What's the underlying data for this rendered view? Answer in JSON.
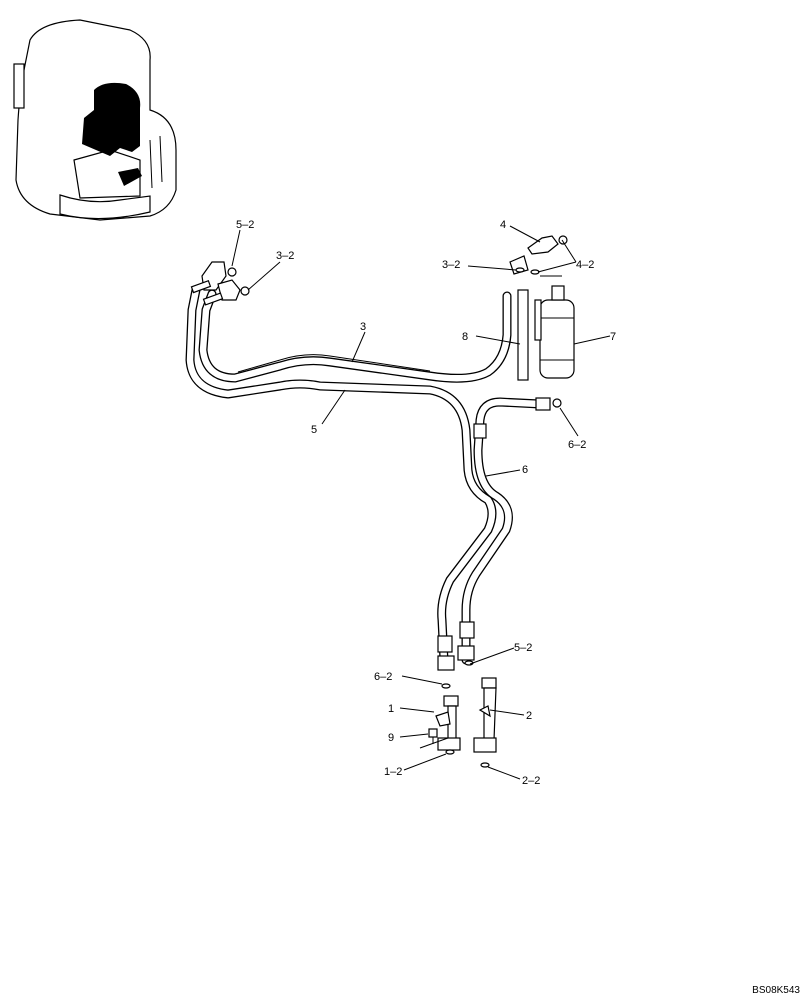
{
  "callouts": {
    "c5_2a": "5–2",
    "c3_2a": "3–2",
    "c3": "3",
    "c5": "5",
    "c4": "4",
    "c3_2b": "3–2",
    "c4_2": "4–2",
    "c8": "8",
    "c7": "7",
    "c6_2a": "6–2",
    "c6": "6",
    "c5_2b": "5–2",
    "c6_2b": "6–2",
    "c1": "1",
    "c2": "2",
    "c9": "9",
    "c1_2": "1–2",
    "c2_2": "2–2"
  },
  "figure_ref": "BS08K543"
}
